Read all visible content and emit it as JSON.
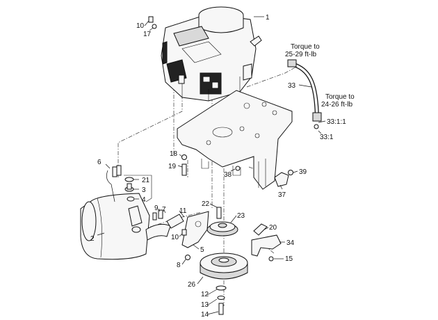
{
  "callouts": [
    "1",
    "2",
    "3",
    "4",
    "5",
    "6",
    "7",
    "8",
    "9",
    "10",
    "10",
    "11",
    "12",
    "13",
    "14",
    "15",
    "17",
    "18",
    "19",
    "20",
    "21",
    "22",
    "23",
    "26",
    "33",
    "33:1:1",
    "33:1",
    "34",
    "37",
    "38",
    "39"
  ],
  "notes": {
    "torque_top_line1": "Torque to",
    "torque_top_line2": "25-29 ft-lb",
    "torque_mid_line1": "Torque to",
    "torque_mid_line2": "24-26 ft-lb"
  }
}
